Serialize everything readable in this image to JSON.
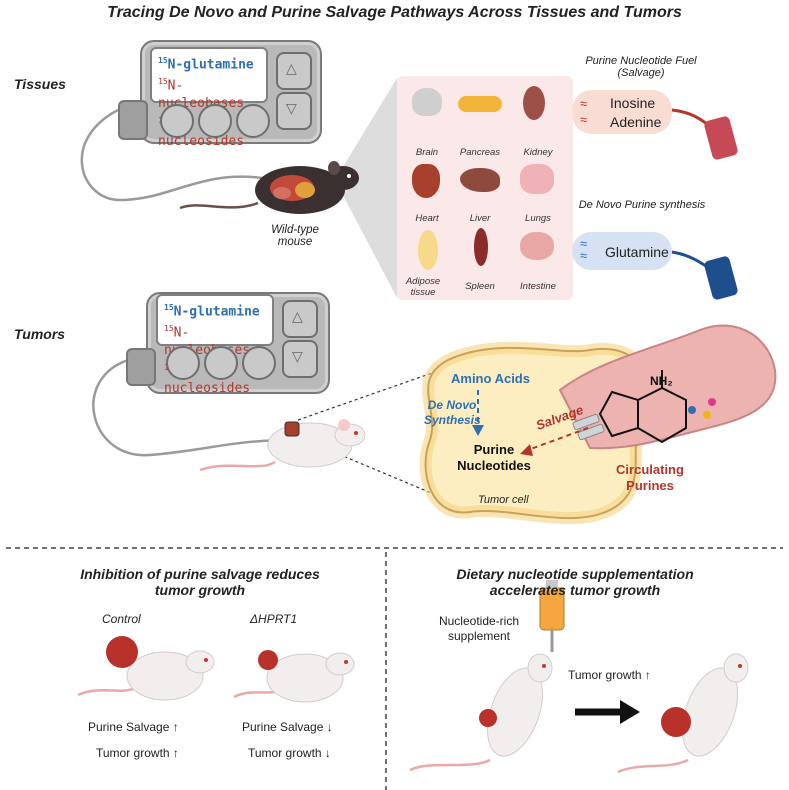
{
  "title": "Tracing De Novo and Purine Salvage Pathways Across Tissues and Tumors",
  "tissues_label": "Tissues",
  "tumors_label": "Tumors",
  "pump_tissues": {
    "line1_sup": "15",
    "line1": "N-glutamine",
    "line2_sup": "15",
    "line2": "N-nucleobases",
    "line3_sup": "15",
    "line3": "N-nucleosides"
  },
  "pump_tumors": {
    "line1_sup": "15",
    "line1": "N-glutamine",
    "line2_sup": "15",
    "line2": "N-nucleobases",
    "line3_sup": "15",
    "line3": "N-nucleosides"
  },
  "mouse_label": "Wild-type mouse",
  "organs": [
    "Brain",
    "Pancreas",
    "Kidney",
    "Heart",
    "Liver",
    "Lungs",
    "Adipose tissue",
    "Spleen",
    "Intestine"
  ],
  "salvage_fuel": {
    "title": "Purine Nucleotide Fuel (Salvage)",
    "items": [
      "Inosine",
      "Adenine"
    ]
  },
  "denovo_fuel": {
    "title": "De Novo Purine synthesis",
    "items": [
      "Glutamine"
    ]
  },
  "cell": {
    "amino_acids": "Amino Acids",
    "denovo": "De Novo Synthesis",
    "salvage": "Salvage",
    "purine_nucleotides": "Purine Nucleotides",
    "tumor_cell": "Tumor cell",
    "nh2": "NH₂",
    "circulating": "Circulating Purines"
  },
  "bottom_left": {
    "heading": "Inhibition of purine salvage reduces tumor growth",
    "control": "Control",
    "hprt": "ΔHPRT1",
    "control_status": [
      "Purine Salvage ↑",
      "Tumor growth ↑"
    ],
    "hprt_status": [
      "Purine Salvage ↓",
      "Tumor growth ↓"
    ]
  },
  "bottom_right": {
    "heading": "Dietary nucleotide supplementation accelerates tumor growth",
    "supplement": "Nucleotide-rich supplement",
    "tumor_growth": "Tumor growth ↑"
  },
  "colors": {
    "blue": "#2f6fb3",
    "red": "#b3352b",
    "panel_pink": "#fbe8e8",
    "cell_fill": "#fdeec2"
  }
}
